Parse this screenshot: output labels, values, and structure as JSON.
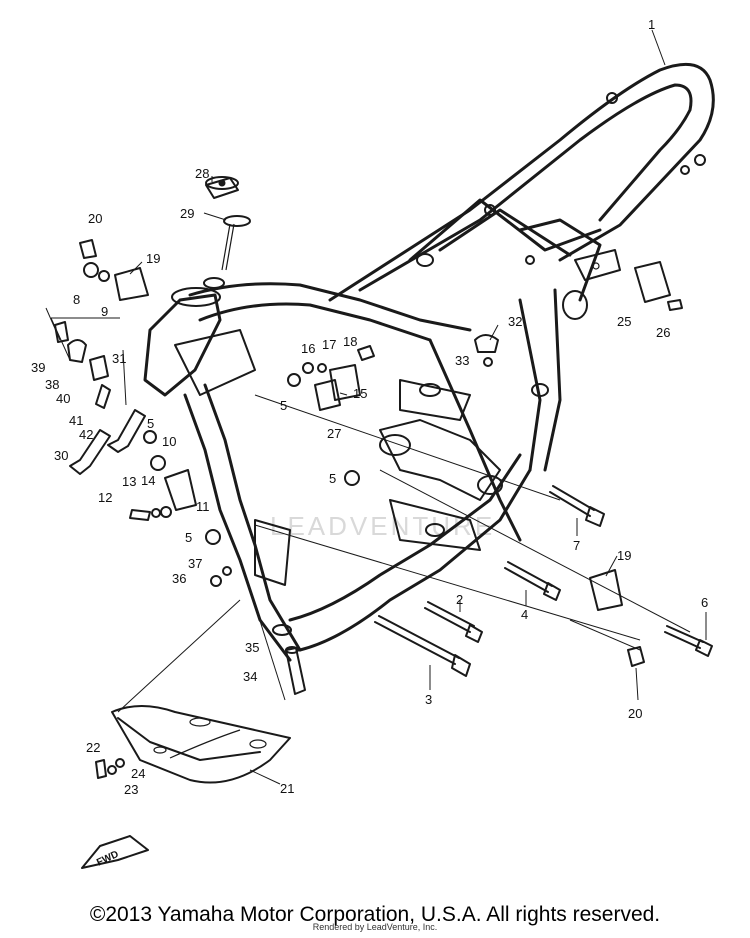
{
  "fwd_label": "FWD",
  "watermark": "LEADVENTURE",
  "footer": {
    "copyright": "©2013 Yamaha Motor Corporation, U.S.A. All rights reserved.",
    "rendered_by": "Rendered by LeadVenture, Inc."
  },
  "callouts": [
    {
      "id": "c1",
      "text": "1"
    },
    {
      "id": "c2",
      "text": "2"
    },
    {
      "id": "c3",
      "text": "3"
    },
    {
      "id": "c4",
      "text": "4"
    },
    {
      "id": "c5a",
      "text": "5"
    },
    {
      "id": "c5b",
      "text": "5"
    },
    {
      "id": "c5c",
      "text": "5"
    },
    {
      "id": "c5d",
      "text": "5"
    },
    {
      "id": "c6",
      "text": "6"
    },
    {
      "id": "c7",
      "text": "7"
    },
    {
      "id": "c8",
      "text": "8"
    },
    {
      "id": "c9",
      "text": "9"
    },
    {
      "id": "c10",
      "text": "10"
    },
    {
      "id": "c11",
      "text": "11"
    },
    {
      "id": "c12",
      "text": "12"
    },
    {
      "id": "c13",
      "text": "13"
    },
    {
      "id": "c14",
      "text": "14"
    },
    {
      "id": "c15",
      "text": "15"
    },
    {
      "id": "c16",
      "text": "16"
    },
    {
      "id": "c17",
      "text": "17"
    },
    {
      "id": "c18",
      "text": "18"
    },
    {
      "id": "c19a",
      "text": "19"
    },
    {
      "id": "c19b",
      "text": "19"
    },
    {
      "id": "c20a",
      "text": "20"
    },
    {
      "id": "c20b",
      "text": "20"
    },
    {
      "id": "c21",
      "text": "21"
    },
    {
      "id": "c22",
      "text": "22"
    },
    {
      "id": "c23",
      "text": "23"
    },
    {
      "id": "c24",
      "text": "24"
    },
    {
      "id": "c25",
      "text": "25"
    },
    {
      "id": "c26",
      "text": "26"
    },
    {
      "id": "c27",
      "text": "27"
    },
    {
      "id": "c28",
      "text": "28"
    },
    {
      "id": "c29",
      "text": "29"
    },
    {
      "id": "c30",
      "text": "30"
    },
    {
      "id": "c31",
      "text": "31"
    },
    {
      "id": "c32",
      "text": "32"
    },
    {
      "id": "c33",
      "text": "33"
    },
    {
      "id": "c34",
      "text": "34"
    },
    {
      "id": "c35",
      "text": "35"
    },
    {
      "id": "c36",
      "text": "36"
    },
    {
      "id": "c37",
      "text": "37"
    },
    {
      "id": "c38",
      "text": "38"
    },
    {
      "id": "c39",
      "text": "39"
    },
    {
      "id": "c40",
      "text": "40"
    },
    {
      "id": "c41",
      "text": "41"
    },
    {
      "id": "c42",
      "text": "42"
    }
  ]
}
